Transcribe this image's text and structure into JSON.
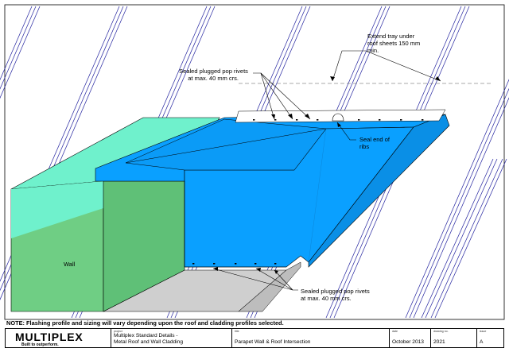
{
  "labels": {
    "extend_tray": [
      "Extend tray under",
      "roof sheets 150 mm",
      "min."
    ],
    "rivets_top": [
      "Sealed plugged pop rivets",
      "at max. 40 mm crs."
    ],
    "seal_end": [
      "Seal end of",
      "ribs"
    ],
    "wall": "Wall",
    "rivets_bottom": [
      "Sealed plugged pop rivets",
      "at max. 40 mm crs."
    ]
  },
  "note": "NOTE: Flashing profile and sizing will vary depending upon the roof and cladding profiles selected.",
  "title_block": {
    "brand": "MULTIPLEX",
    "tagline": "Built to outperform.",
    "project_caption": "project",
    "project": [
      "Multiplex Standard Details -",
      "Metal Roof and Wall Cladding"
    ],
    "title_caption": "title",
    "title": "Parapet Wall & Roof Intersection",
    "date_caption": "date",
    "date": "October 2013",
    "drawing_caption": "drawing no.",
    "drawing_no": "2021",
    "issue_caption": "issue",
    "issue": "A"
  },
  "colors": {
    "flashing": "#0aa0ff",
    "flashing_dark": "#0a8fe6",
    "wall_top": "#6ff1cc",
    "wall_face": "#6fce84",
    "concrete": "#cfcfcf",
    "roof_lines": "#2424a0"
  }
}
